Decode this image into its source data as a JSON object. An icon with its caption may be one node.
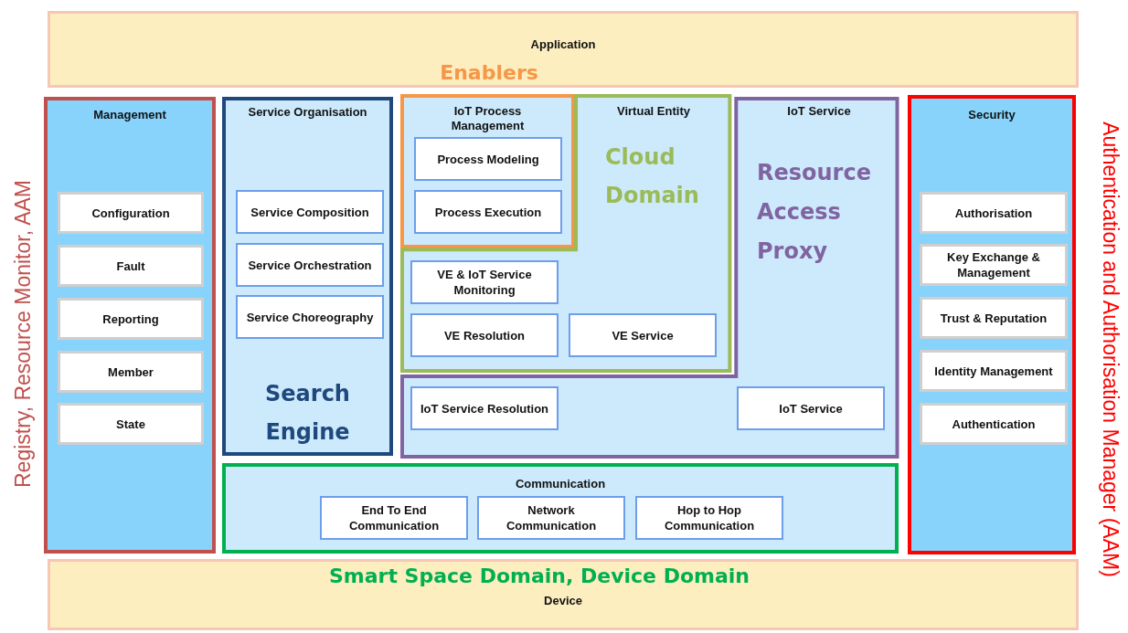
{
  "diagram": {
    "nodes": [
      {
        "text": [
          "Application",
          "Enablers"
        ]
      },
      {
        "text": [
          "Management"
        ]
      },
      {
        "text": [
          "Configuration"
        ],
        "in": 1
      },
      {
        "text": [
          "Fault"
        ],
        "in": 1
      },
      {
        "text": [
          "Reporting"
        ],
        "in": 1
      },
      {
        "text": [
          "Member"
        ],
        "in": 1
      },
      {
        "text": [
          "State"
        ],
        "in": 1
      },
      {
        "text": [
          "Service Organisation",
          "Search Engine"
        ]
      },
      {
        "text": [
          "Service Composition"
        ],
        "in": 7
      },
      {
        "text": [
          "Service Orchestration"
        ],
        "in": 7
      },
      {
        "text": [
          "Service Choreography"
        ],
        "in": 7
      },
      {
        "text": [
          "IoT Process Management"
        ]
      },
      {
        "text": [
          "Process Modeling"
        ],
        "in": 11
      },
      {
        "text": [
          "Process Execution"
        ],
        "in": 11
      },
      {
        "text": [
          "Virtual Entity",
          "Cloud Domain"
        ]
      },
      {
        "text": [
          "VE & IoT Service Monitoring"
        ],
        "in": 14
      },
      {
        "text": [
          "VE Resolution"
        ],
        "in": 14
      },
      {
        "text": [
          "VE Service"
        ],
        "in": 14
      },
      {
        "text": [
          "IoT Service",
          "Resource Access Proxy"
        ]
      },
      {
        "text": [
          "IoT Service Resolution"
        ],
        "in": 18
      },
      {
        "text": [
          "IoT Service"
        ],
        "in": 18
      },
      {
        "text": [
          "Security"
        ]
      },
      {
        "text": [
          "Authorisation"
        ],
        "in": 21
      },
      {
        "text": [
          "Key Exchange & Management"
        ],
        "in": 21
      },
      {
        "text": [
          "Trust & Reputation"
        ],
        "in": 21
      },
      {
        "text": [
          "Identity Management"
        ],
        "in": 21
      },
      {
        "text": [
          "Authentication"
        ],
        "in": 21
      },
      {
        "text": [
          "Communication"
        ]
      },
      {
        "text": [
          "End To End Communication"
        ],
        "in": 27
      },
      {
        "text": [
          "Network Communication"
        ],
        "in": 27
      },
      {
        "text": [
          "Hop to Hop Communication"
        ],
        "in": 27
      },
      {
        "text": [
          "Smart Space Domain, Device Domain",
          "Device"
        ]
      }
    ],
    "labels": [
      "Registry, Resource Monitor, AAM",
      "Authentication and Authorisation Manager (AAM)"
    ]
  }
}
